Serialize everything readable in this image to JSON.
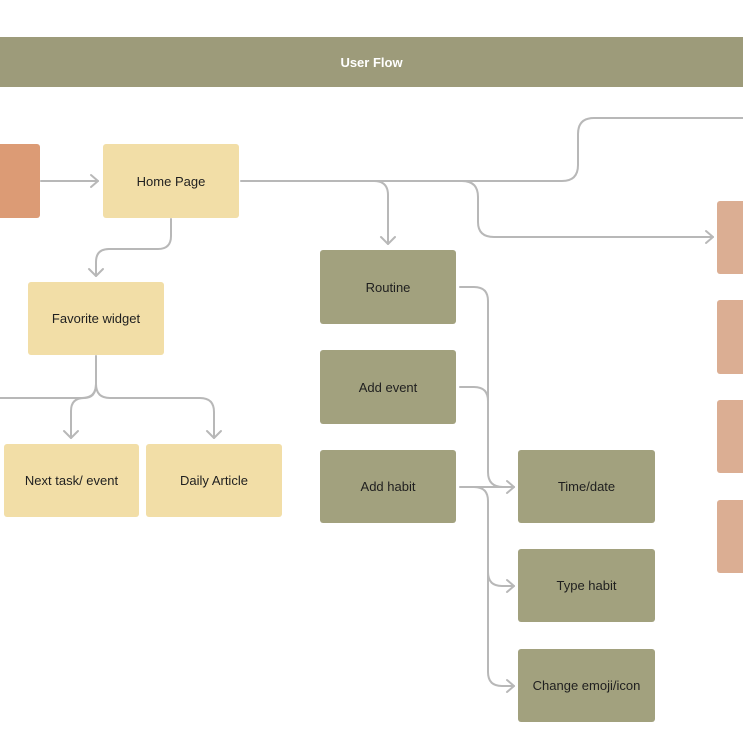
{
  "header": {
    "title": "User Flow"
  },
  "nodes": {
    "home_page": "Home Page",
    "favorite_widget": "Favorite widget",
    "next_task_event": "Next task/ event",
    "daily_article": "Daily Article",
    "routine": "Routine",
    "add_event": "Add event",
    "add_habit": "Add habit",
    "time_date": "Time/date",
    "type_habit": "Type habit",
    "change_emoji_icon": "Change emoji/icon"
  },
  "colors": {
    "banner": "#9d9b7a",
    "yellow_node": "#f2dea7",
    "olive_node": "#a2a17e",
    "salmon_node": "#dbae93",
    "start_node": "#dc9b75",
    "connector": "#b8b8b8"
  }
}
